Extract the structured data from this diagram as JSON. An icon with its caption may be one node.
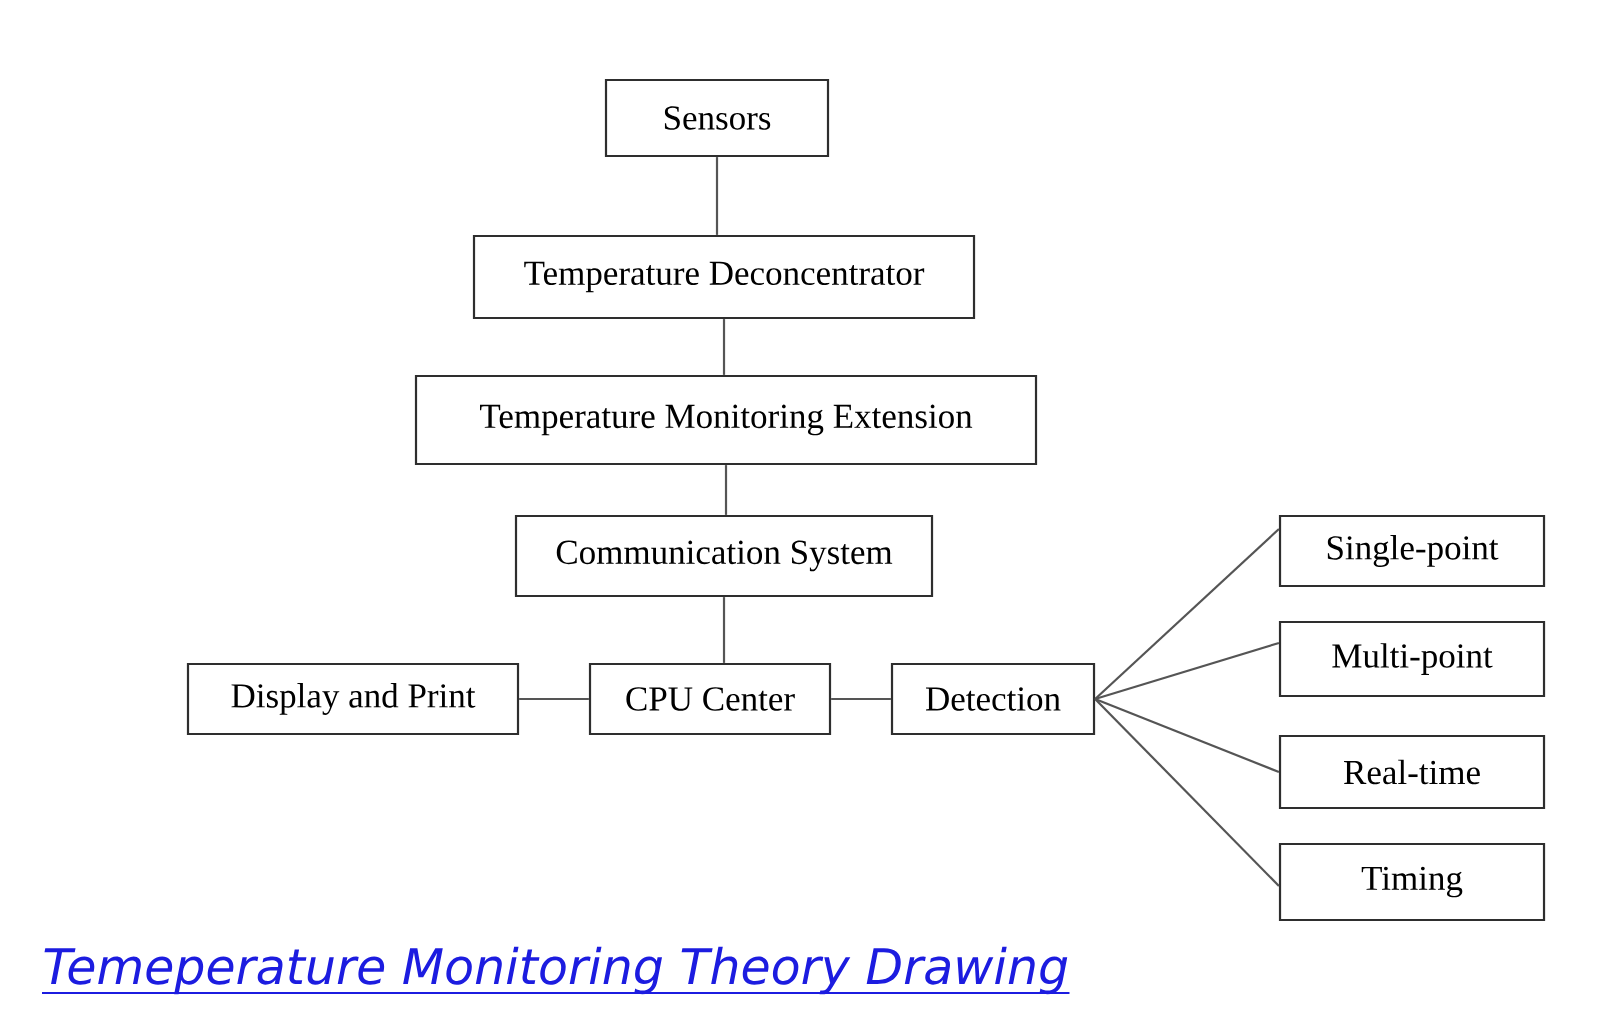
{
  "diagram": {
    "caption": "Temeperature Monitoring Theory Drawing",
    "nodes": [
      {
        "text": [
          "Sensors"
        ]
      },
      {
        "text": [
          "Temperature Deconcentrator"
        ]
      },
      {
        "text": [
          "Temperature Monitoring Extension"
        ]
      },
      {
        "text": [
          "Communication System"
        ]
      },
      {
        "text": [
          "Display and Print"
        ]
      },
      {
        "text": [
          "CPU Center"
        ]
      },
      {
        "text": [
          "Detection"
        ]
      },
      {
        "text": [
          "Single-point"
        ]
      },
      {
        "text": [
          "Multi-point"
        ]
      },
      {
        "text": [
          "Real-time"
        ]
      },
      {
        "text": [
          "Timing"
        ]
      }
    ],
    "edges": [
      {
        "from": 0,
        "to": 1,
        "arrow": "none"
      },
      {
        "from": 1,
        "to": 2,
        "arrow": "none"
      },
      {
        "from": 2,
        "to": 3,
        "arrow": "none"
      },
      {
        "from": 3,
        "to": 5,
        "arrow": "none"
      },
      {
        "from": 5,
        "to": 4,
        "arrow": "none"
      },
      {
        "from": 5,
        "to": 6,
        "arrow": "none"
      },
      {
        "from": 6,
        "to": 7,
        "arrow": "none"
      },
      {
        "from": 6,
        "to": 8,
        "arrow": "none"
      },
      {
        "from": 6,
        "to": 9,
        "arrow": "none"
      },
      {
        "from": 6,
        "to": 10,
        "arrow": "none"
      }
    ]
  }
}
